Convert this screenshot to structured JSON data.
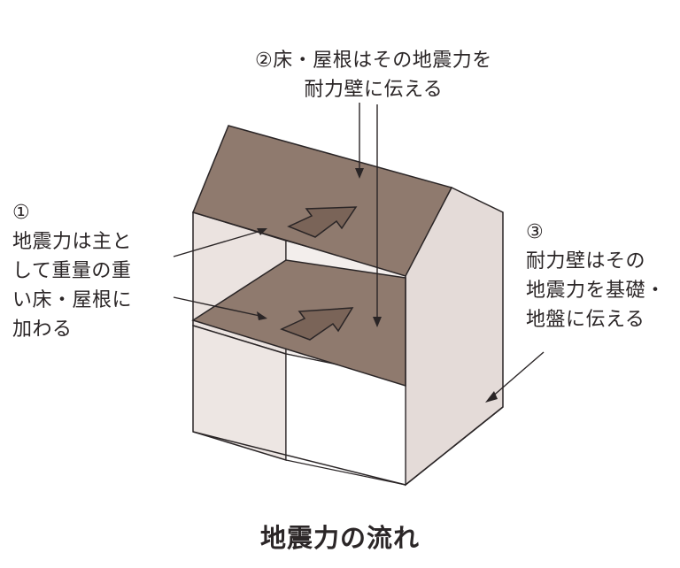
{
  "labels": {
    "step2": {
      "line1": "②床・屋根はその地震力を",
      "line2": "耐力壁に伝える"
    },
    "step1": {
      "num": "①",
      "line1": "地震力は主と",
      "line2": "して重量の重",
      "line3": "い床・屋根に",
      "line4": "加わる"
    },
    "step3": {
      "num": "③",
      "line1": "耐力壁はその",
      "line2": "地震力を基礎・",
      "line3": "地盤に伝える"
    }
  },
  "caption": "地震力の流れ",
  "colors": {
    "roof": "#8f7a6e",
    "floor": "#8f7a6e",
    "wall": "#e9e1df",
    "side_wall": "#e3dad7",
    "arrow_fill": "#7a6458",
    "line": "#2a2526"
  }
}
